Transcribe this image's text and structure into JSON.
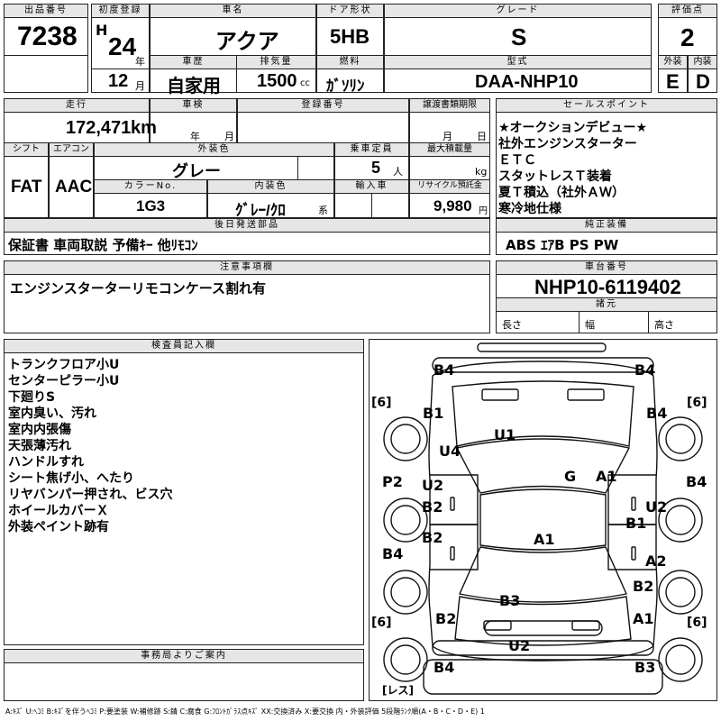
{
  "header": {
    "lot_label": "出品番号",
    "lot": "7238",
    "reg_label": "初度登録",
    "era": "H",
    "year": "24",
    "year_unit": "年",
    "month": "12",
    "month_unit": "月",
    "history_label": "車歴",
    "history": "自家用",
    "name_label": "車名",
    "name": "アクア",
    "disp_label": "排気量",
    "disp": "1500",
    "disp_unit": "cc",
    "door_label": "ドア形状",
    "door": "5HB",
    "fuel_label": "燃料",
    "fuel": "ｶﾞｿﾘﾝ",
    "grade_label": "グレード",
    "grade": "S",
    "model_label": "型式",
    "model": "DAA-NHP10",
    "score_label": "評価点",
    "score": "2",
    "ext_label": "外装",
    "ext": "E",
    "int_label": "内装",
    "int": "D"
  },
  "row2": {
    "mileage_label": "走行",
    "mileage": "172,471",
    "mileage_unit": "km",
    "inspection_label": "車検",
    "ins_year": "年",
    "ins_month": "月",
    "plate_label": "登録番号",
    "transfer_label": "譲渡書類期限",
    "tr_month": "月",
    "tr_day": "日",
    "shift_label": "シフト",
    "shift": "FAT",
    "ac_label": "エアコン",
    "ac": "AAC",
    "color_label": "外装色",
    "color": "グレー",
    "capacity_label": "乗車定員",
    "capacity": "5",
    "capacity_unit": "人",
    "load_label": "最大積載量",
    "load_unit": "kg",
    "colorno_label": "カラーNo.",
    "colorno": "1G3",
    "interior_label": "内装色",
    "interior": "ｸﾞﾚｰ/ｸﾛ",
    "interior_suffix": "系",
    "import_label": "輸入車",
    "recycle_label": "リサイクル預託金",
    "recycle": "9,980",
    "recycle_unit": "円"
  },
  "sales": {
    "label": "セールスポイント",
    "items": [
      "★オークションデビュー★",
      "社外エンジンスターター",
      "ＥＴＣ",
      "スタットレスＴ装着",
      "夏Ｔ積込（社外ＡＷ）",
      "寒冷地仕様"
    ]
  },
  "parts": {
    "label": "後日発送部品",
    "value": "保証書 車両取説 予備ｷｰ 他ﾘﾓｺﾝ"
  },
  "equip": {
    "label": "純正装備",
    "value": "ABS ｴｱB PS PW"
  },
  "caution": {
    "label": "注意事項欄",
    "value": "エンジンスターターリモコンケース割れ有"
  },
  "chassis": {
    "label": "車台番号",
    "value": "NHP10-6119402",
    "dims_label": "諸元",
    "length": "長さ",
    "width": "幅",
    "height": "高さ"
  },
  "inspector": {
    "label": "検査員記入欄",
    "lines": [
      "トランクフロア小U",
      "センターピラー小U",
      "下廻りS",
      "室内臭い、汚れ",
      "室内内張傷",
      "天張薄汚れ",
      "ハンドルすれ",
      "シート焦げ小、へたり",
      "リヤバンパー押され、ビス穴",
      "ホイールカバーＸ",
      "外装ペイント跡有"
    ]
  },
  "office": {
    "label": "事務局よりご案内"
  },
  "diagram": {
    "tires": "6",
    "spare": "レス",
    "marks": {
      "fl_b4": "B4",
      "fr_b4": "B4",
      "fl_b1": "B1",
      "fr_b4b": "B4",
      "u4": "U4",
      "u1": "U1",
      "g": "G",
      "a1a": "A1",
      "p2": "P2",
      "u2l": "U2",
      "b2l1": "B2",
      "u2r": "U2",
      "b4r": "B4",
      "b1r": "B1",
      "b2l2": "B2",
      "a1b": "A1",
      "b4l": "B4",
      "a2": "A2",
      "b2r": "B2",
      "b3": "B3",
      "b2l3": "B2",
      "a1c": "A1",
      "u2b": "U2",
      "b4bl": "B4",
      "b3br": "B3"
    }
  },
  "legend": "A:ｷｽﾞ U:ﾍｺﾐ B:ｷｽﾞを伴うﾍｺﾐ P:要塗装 W:補修跡 S:錆 C:腐食 G:ﾌﾛﾝﾄｶﾞﾗｽ点ｷｽﾞ XX:交換済み X:要交換 内・外装評価 5段階ﾗﾝｸ順(A・B・C・D・E) 1"
}
